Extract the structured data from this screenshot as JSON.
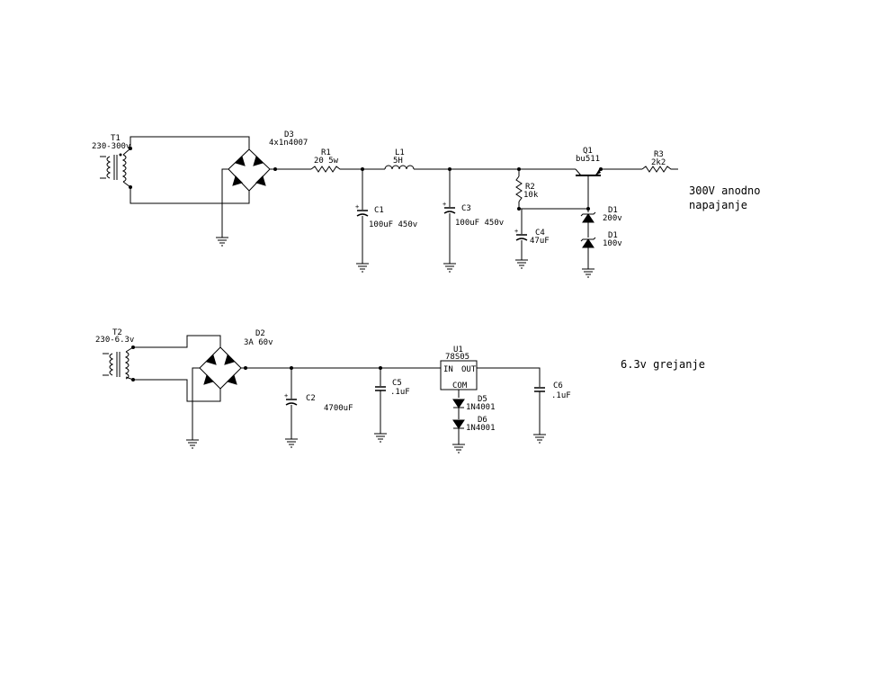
{
  "upper": {
    "T1": {
      "ref": "T1",
      "value": "230-300v"
    },
    "D3": {
      "ref": "D3",
      "value": "4x1n4007"
    },
    "R1": {
      "ref": "R1",
      "value": "20 5w"
    },
    "L1": {
      "ref": "L1",
      "value": "5H"
    },
    "C1": {
      "ref": "C1",
      "value": "100uF 450v"
    },
    "C3": {
      "ref": "C3",
      "value": "100uF 450v"
    },
    "R2": {
      "ref": "R2",
      "value": "10k"
    },
    "C4": {
      "ref": "C4",
      "value": "47uF"
    },
    "Q1": {
      "ref": "Q1",
      "value": "bu511"
    },
    "R3": {
      "ref": "R3",
      "value": "2k2"
    },
    "D1a": {
      "ref": "D1",
      "value": "200v"
    },
    "D1b": {
      "ref": "D1",
      "value": "100v"
    },
    "note_line1": "300V anodno",
    "note_line2": "napajanje"
  },
  "lower": {
    "T2": {
      "ref": "T2",
      "value": "230-6.3v"
    },
    "D2": {
      "ref": "D2",
      "value": "3A 60v"
    },
    "C2": {
      "ref": "C2",
      "value": "4700uF"
    },
    "C5": {
      "ref": "C5",
      "value": ".1uF"
    },
    "U1": {
      "ref": "U1",
      "value": "78S05",
      "pin_in": "IN",
      "pin_out": "OUT",
      "pin_com": "COM"
    },
    "D5": {
      "ref": "D5",
      "value": "1N4001"
    },
    "D6": {
      "ref": "D6",
      "value": "1N4001"
    },
    "C6": {
      "ref": "C6",
      "value": ".1uF"
    },
    "note": "6.3v grejanje"
  }
}
